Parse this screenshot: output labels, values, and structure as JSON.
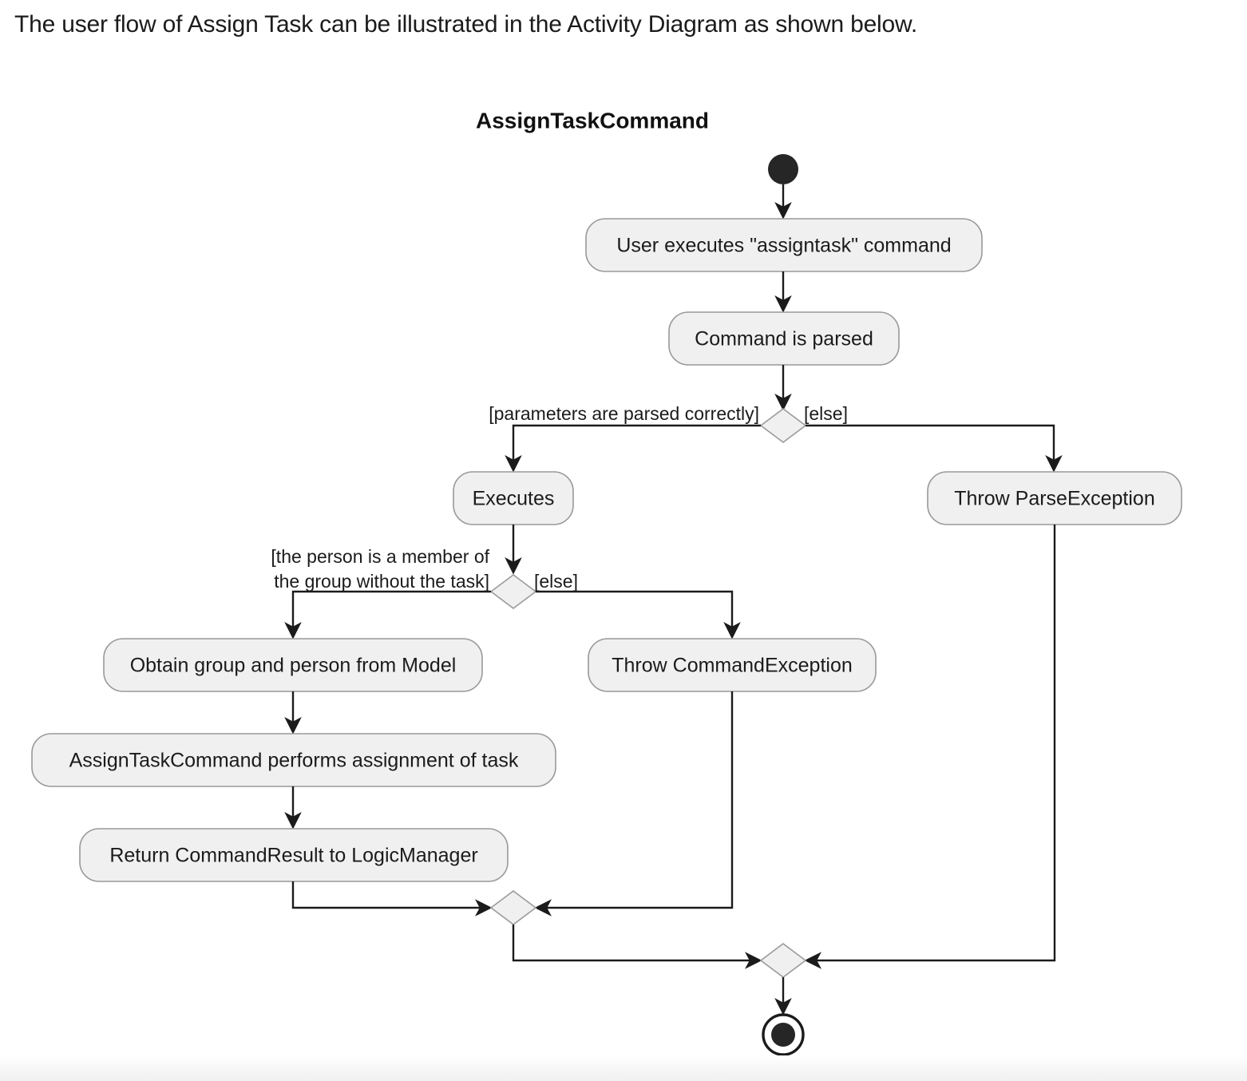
{
  "intro": {
    "text": "The user flow of Assign Task can be illustrated in the Activity Diagram as shown below."
  },
  "diagram": {
    "title": "AssignTaskCommand",
    "type": "uml-activity-diagram",
    "colors": {
      "node_fill": "#f0f0f0",
      "node_stroke": "#999999",
      "line": "#1b1b1b",
      "text": "#1b1b1b",
      "background": "#ffffff"
    },
    "nodes": {
      "start": "start-node",
      "a1": "User executes \"assigntask\" command",
      "a2": "Command is parsed",
      "a3": "Executes",
      "a4": "Throw ParseException",
      "a5": "Obtain group and person from Model",
      "a6": "AssignTaskCommand performs assignment of task",
      "a7": "Return CommandResult to LogicManager",
      "a8": "Throw CommandException",
      "end": "end-node"
    },
    "guards": {
      "d1_yes": "[parameters are parsed correctly]",
      "d1_else": "[else]",
      "d2_yes_line1": "[the person is a member of",
      "d2_yes_line2": "the group without the task]",
      "d2_else": "[else]"
    }
  }
}
